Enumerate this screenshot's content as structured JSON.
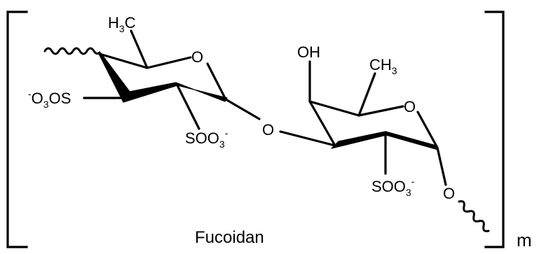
{
  "labels": {
    "methyl_left_H": "H",
    "methyl_left_3": "3",
    "methyl_left_C": "C",
    "ring_o_left": "O",
    "sulfate_left_minus": "-",
    "sulfate_left_O": "O",
    "sulfate_left_3": "3",
    "sulfate_left_OS": "OS",
    "sulfate_mid_SOO": "SOO",
    "sulfate_mid_3": "3",
    "sulfate_mid_minus": "-",
    "glyco_o": "O",
    "hydroxyl": "OH",
    "methyl_right_CH": "CH",
    "methyl_right_3": "3",
    "ring_o_right": "O",
    "sulfate_right_SOO": "SOO",
    "sulfate_right_3": "3",
    "sulfate_right_minus": "-",
    "anomeric_o": "O"
  },
  "caption": "Fucoidan",
  "repeat_unit": "m"
}
